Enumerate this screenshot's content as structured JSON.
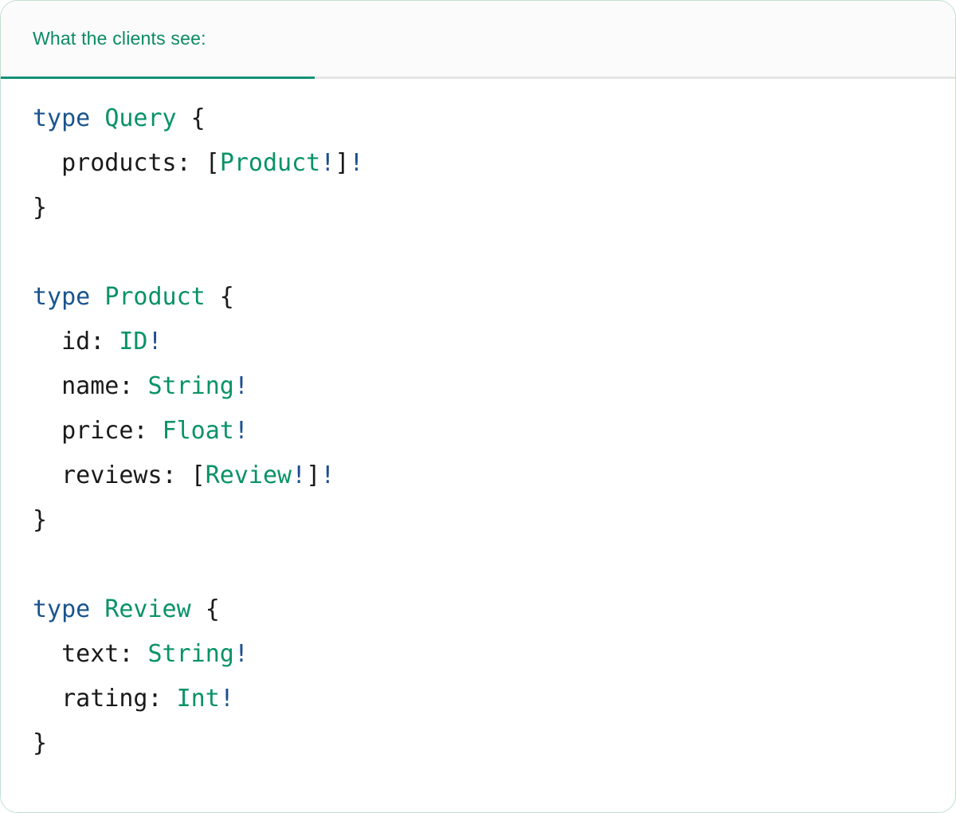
{
  "card": {
    "border_color": "#bfe0cf",
    "background": "#ffffff"
  },
  "header": {
    "tab_label": "What the clients see:",
    "tab_active": true,
    "text_color": "#0b8a63",
    "underline_color": "#0f9177",
    "background": "#fbfbfb",
    "divider_color": "#e6e6e6"
  },
  "syntax_colors": {
    "keyword": "#19548f",
    "type_name": "#099268",
    "punctuation": "#1a1a1a",
    "field_name": "#1a1a1a",
    "bang": "#1d4f91"
  },
  "code": {
    "language": "graphql",
    "raw": "type Query {\n  products: [Product!]!\n}\n\ntype Product {\n  id: ID!\n  name: String!\n  price: Float!\n  reviews: [Review!]!\n}\n\ntype Review {\n  text: String!\n  rating: Int!\n}",
    "lines": [
      {
        "n": 1,
        "tokens": [
          {
            "t": "type",
            "c": "kw"
          },
          {
            "t": " ",
            "c": "punct"
          },
          {
            "t": "Query",
            "c": "type"
          },
          {
            "t": " {",
            "c": "punct"
          }
        ]
      },
      {
        "n": 2,
        "tokens": [
          {
            "t": "  ",
            "c": "punct"
          },
          {
            "t": "products",
            "c": "field"
          },
          {
            "t": ": [",
            "c": "punct"
          },
          {
            "t": "Product",
            "c": "type"
          },
          {
            "t": "!",
            "c": "bang"
          },
          {
            "t": "]",
            "c": "punct"
          },
          {
            "t": "!",
            "c": "bang"
          }
        ]
      },
      {
        "n": 3,
        "tokens": [
          {
            "t": "}",
            "c": "punct"
          }
        ]
      },
      {
        "n": 4,
        "tokens": []
      },
      {
        "n": 5,
        "tokens": [
          {
            "t": "type",
            "c": "kw"
          },
          {
            "t": " ",
            "c": "punct"
          },
          {
            "t": "Product",
            "c": "type"
          },
          {
            "t": " {",
            "c": "punct"
          }
        ]
      },
      {
        "n": 6,
        "tokens": [
          {
            "t": "  ",
            "c": "punct"
          },
          {
            "t": "id",
            "c": "field"
          },
          {
            "t": ": ",
            "c": "punct"
          },
          {
            "t": "ID",
            "c": "type"
          },
          {
            "t": "!",
            "c": "bang"
          }
        ]
      },
      {
        "n": 7,
        "tokens": [
          {
            "t": "  ",
            "c": "punct"
          },
          {
            "t": "name",
            "c": "field"
          },
          {
            "t": ": ",
            "c": "punct"
          },
          {
            "t": "String",
            "c": "type"
          },
          {
            "t": "!",
            "c": "bang"
          }
        ]
      },
      {
        "n": 8,
        "tokens": [
          {
            "t": "  ",
            "c": "punct"
          },
          {
            "t": "price",
            "c": "field"
          },
          {
            "t": ": ",
            "c": "punct"
          },
          {
            "t": "Float",
            "c": "type"
          },
          {
            "t": "!",
            "c": "bang"
          }
        ]
      },
      {
        "n": 9,
        "tokens": [
          {
            "t": "  ",
            "c": "punct"
          },
          {
            "t": "reviews",
            "c": "field"
          },
          {
            "t": ": [",
            "c": "punct"
          },
          {
            "t": "Review",
            "c": "type"
          },
          {
            "t": "!",
            "c": "bang"
          },
          {
            "t": "]",
            "c": "punct"
          },
          {
            "t": "!",
            "c": "bang"
          }
        ]
      },
      {
        "n": 10,
        "tokens": [
          {
            "t": "}",
            "c": "punct"
          }
        ]
      },
      {
        "n": 11,
        "tokens": []
      },
      {
        "n": 12,
        "tokens": [
          {
            "t": "type",
            "c": "kw"
          },
          {
            "t": " ",
            "c": "punct"
          },
          {
            "t": "Review",
            "c": "type"
          },
          {
            "t": " {",
            "c": "punct"
          }
        ]
      },
      {
        "n": 13,
        "tokens": [
          {
            "t": "  ",
            "c": "punct"
          },
          {
            "t": "text",
            "c": "field"
          },
          {
            "t": ": ",
            "c": "punct"
          },
          {
            "t": "String",
            "c": "type"
          },
          {
            "t": "!",
            "c": "bang"
          }
        ]
      },
      {
        "n": 14,
        "tokens": [
          {
            "t": "  ",
            "c": "punct"
          },
          {
            "t": "rating",
            "c": "field"
          },
          {
            "t": ": ",
            "c": "punct"
          },
          {
            "t": "Int",
            "c": "type"
          },
          {
            "t": "!",
            "c": "bang"
          }
        ]
      },
      {
        "n": 15,
        "tokens": [
          {
            "t": "}",
            "c": "punct"
          }
        ]
      }
    ]
  }
}
